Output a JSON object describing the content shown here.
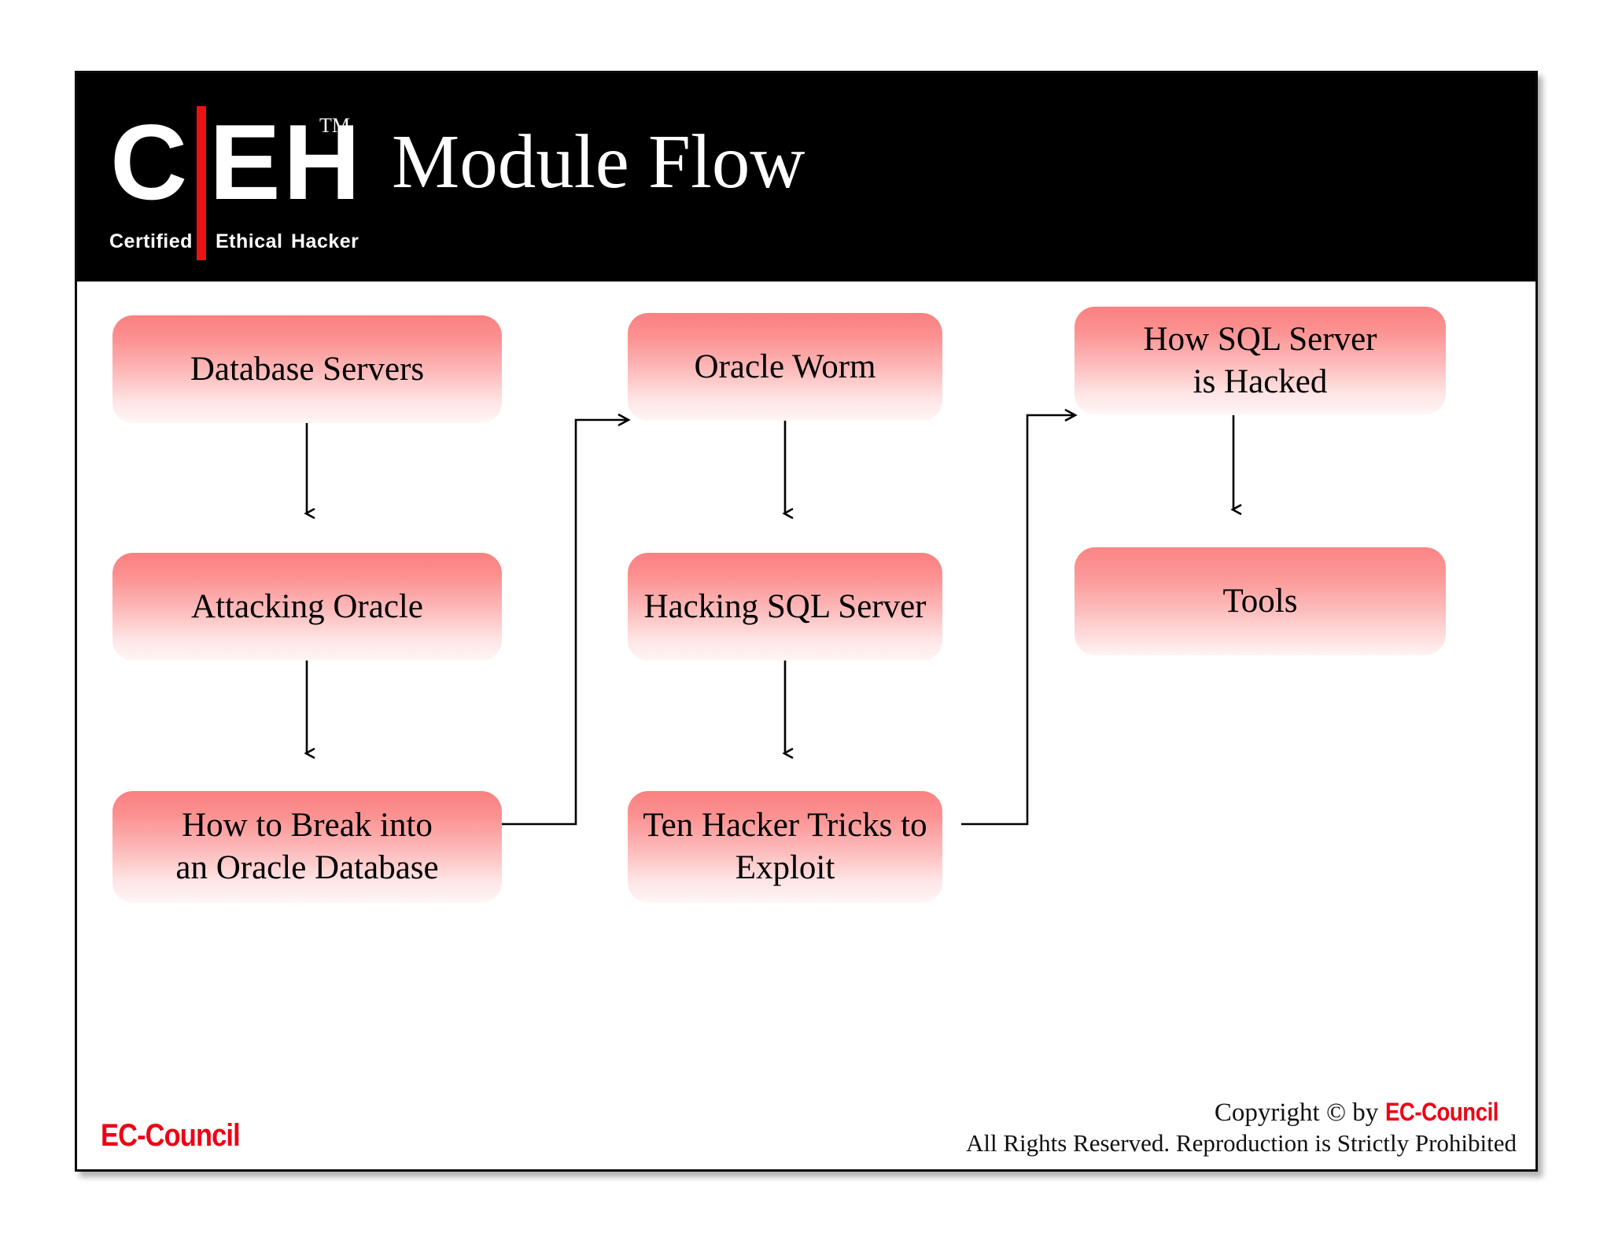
{
  "logo": {
    "letter_c": "C",
    "letter_e": "E",
    "letter_h": "H",
    "trademark": "TM",
    "sub_certified": "Certified",
    "sub_ethical": "Ethical",
    "sub_hacker": "Hacker",
    "accent_red": "#ee1111"
  },
  "header": {
    "title": "Module Flow",
    "background": "#000000",
    "text_color": "#ffffff"
  },
  "diagram": {
    "node_fill_top": "#fa8080",
    "node_fill_bottom": "#fff6f6",
    "connector_color": "#000000",
    "nodes": [
      {
        "id": "database-servers",
        "label": "Database Servers",
        "column": 1,
        "row": 1
      },
      {
        "id": "attacking-oracle",
        "label": "Attacking Oracle",
        "column": 1,
        "row": 2
      },
      {
        "id": "break-into-oracle",
        "label": "How to Break into\nan Oracle Database",
        "column": 1,
        "row": 3
      },
      {
        "id": "oracle-worm",
        "label": "Oracle Worm",
        "column": 2,
        "row": 1
      },
      {
        "id": "hacking-sql-server",
        "label": "Hacking SQL Server",
        "column": 2,
        "row": 2
      },
      {
        "id": "ten-hacker-tricks",
        "label": "Ten Hacker Tricks to\nExploit",
        "column": 2,
        "row": 3
      },
      {
        "id": "how-sql-hacked",
        "label": "How SQL Server\nis Hacked",
        "column": 3,
        "row": 1
      },
      {
        "id": "tools",
        "label": "Tools",
        "column": 3,
        "row": 2
      }
    ],
    "connectors": [
      {
        "from": "database-servers",
        "to": "attacking-oracle",
        "type": "vertical"
      },
      {
        "from": "attacking-oracle",
        "to": "break-into-oracle",
        "type": "vertical"
      },
      {
        "from": "break-into-oracle",
        "to": "oracle-worm",
        "type": "elbow"
      },
      {
        "from": "oracle-worm",
        "to": "hacking-sql-server",
        "type": "vertical"
      },
      {
        "from": "hacking-sql-server",
        "to": "ten-hacker-tricks",
        "type": "vertical"
      },
      {
        "from": "ten-hacker-tricks",
        "to": "how-sql-hacked",
        "type": "elbow"
      },
      {
        "from": "how-sql-hacked",
        "to": "tools",
        "type": "vertical"
      }
    ]
  },
  "footer": {
    "brand_left": "EC-Council",
    "copyright_prefix": "Copyright © by ",
    "copyright_brand": "EC-Council",
    "rights": "All Rights Reserved. Reproduction is Strictly Prohibited",
    "brand_color": "#ee0015"
  }
}
